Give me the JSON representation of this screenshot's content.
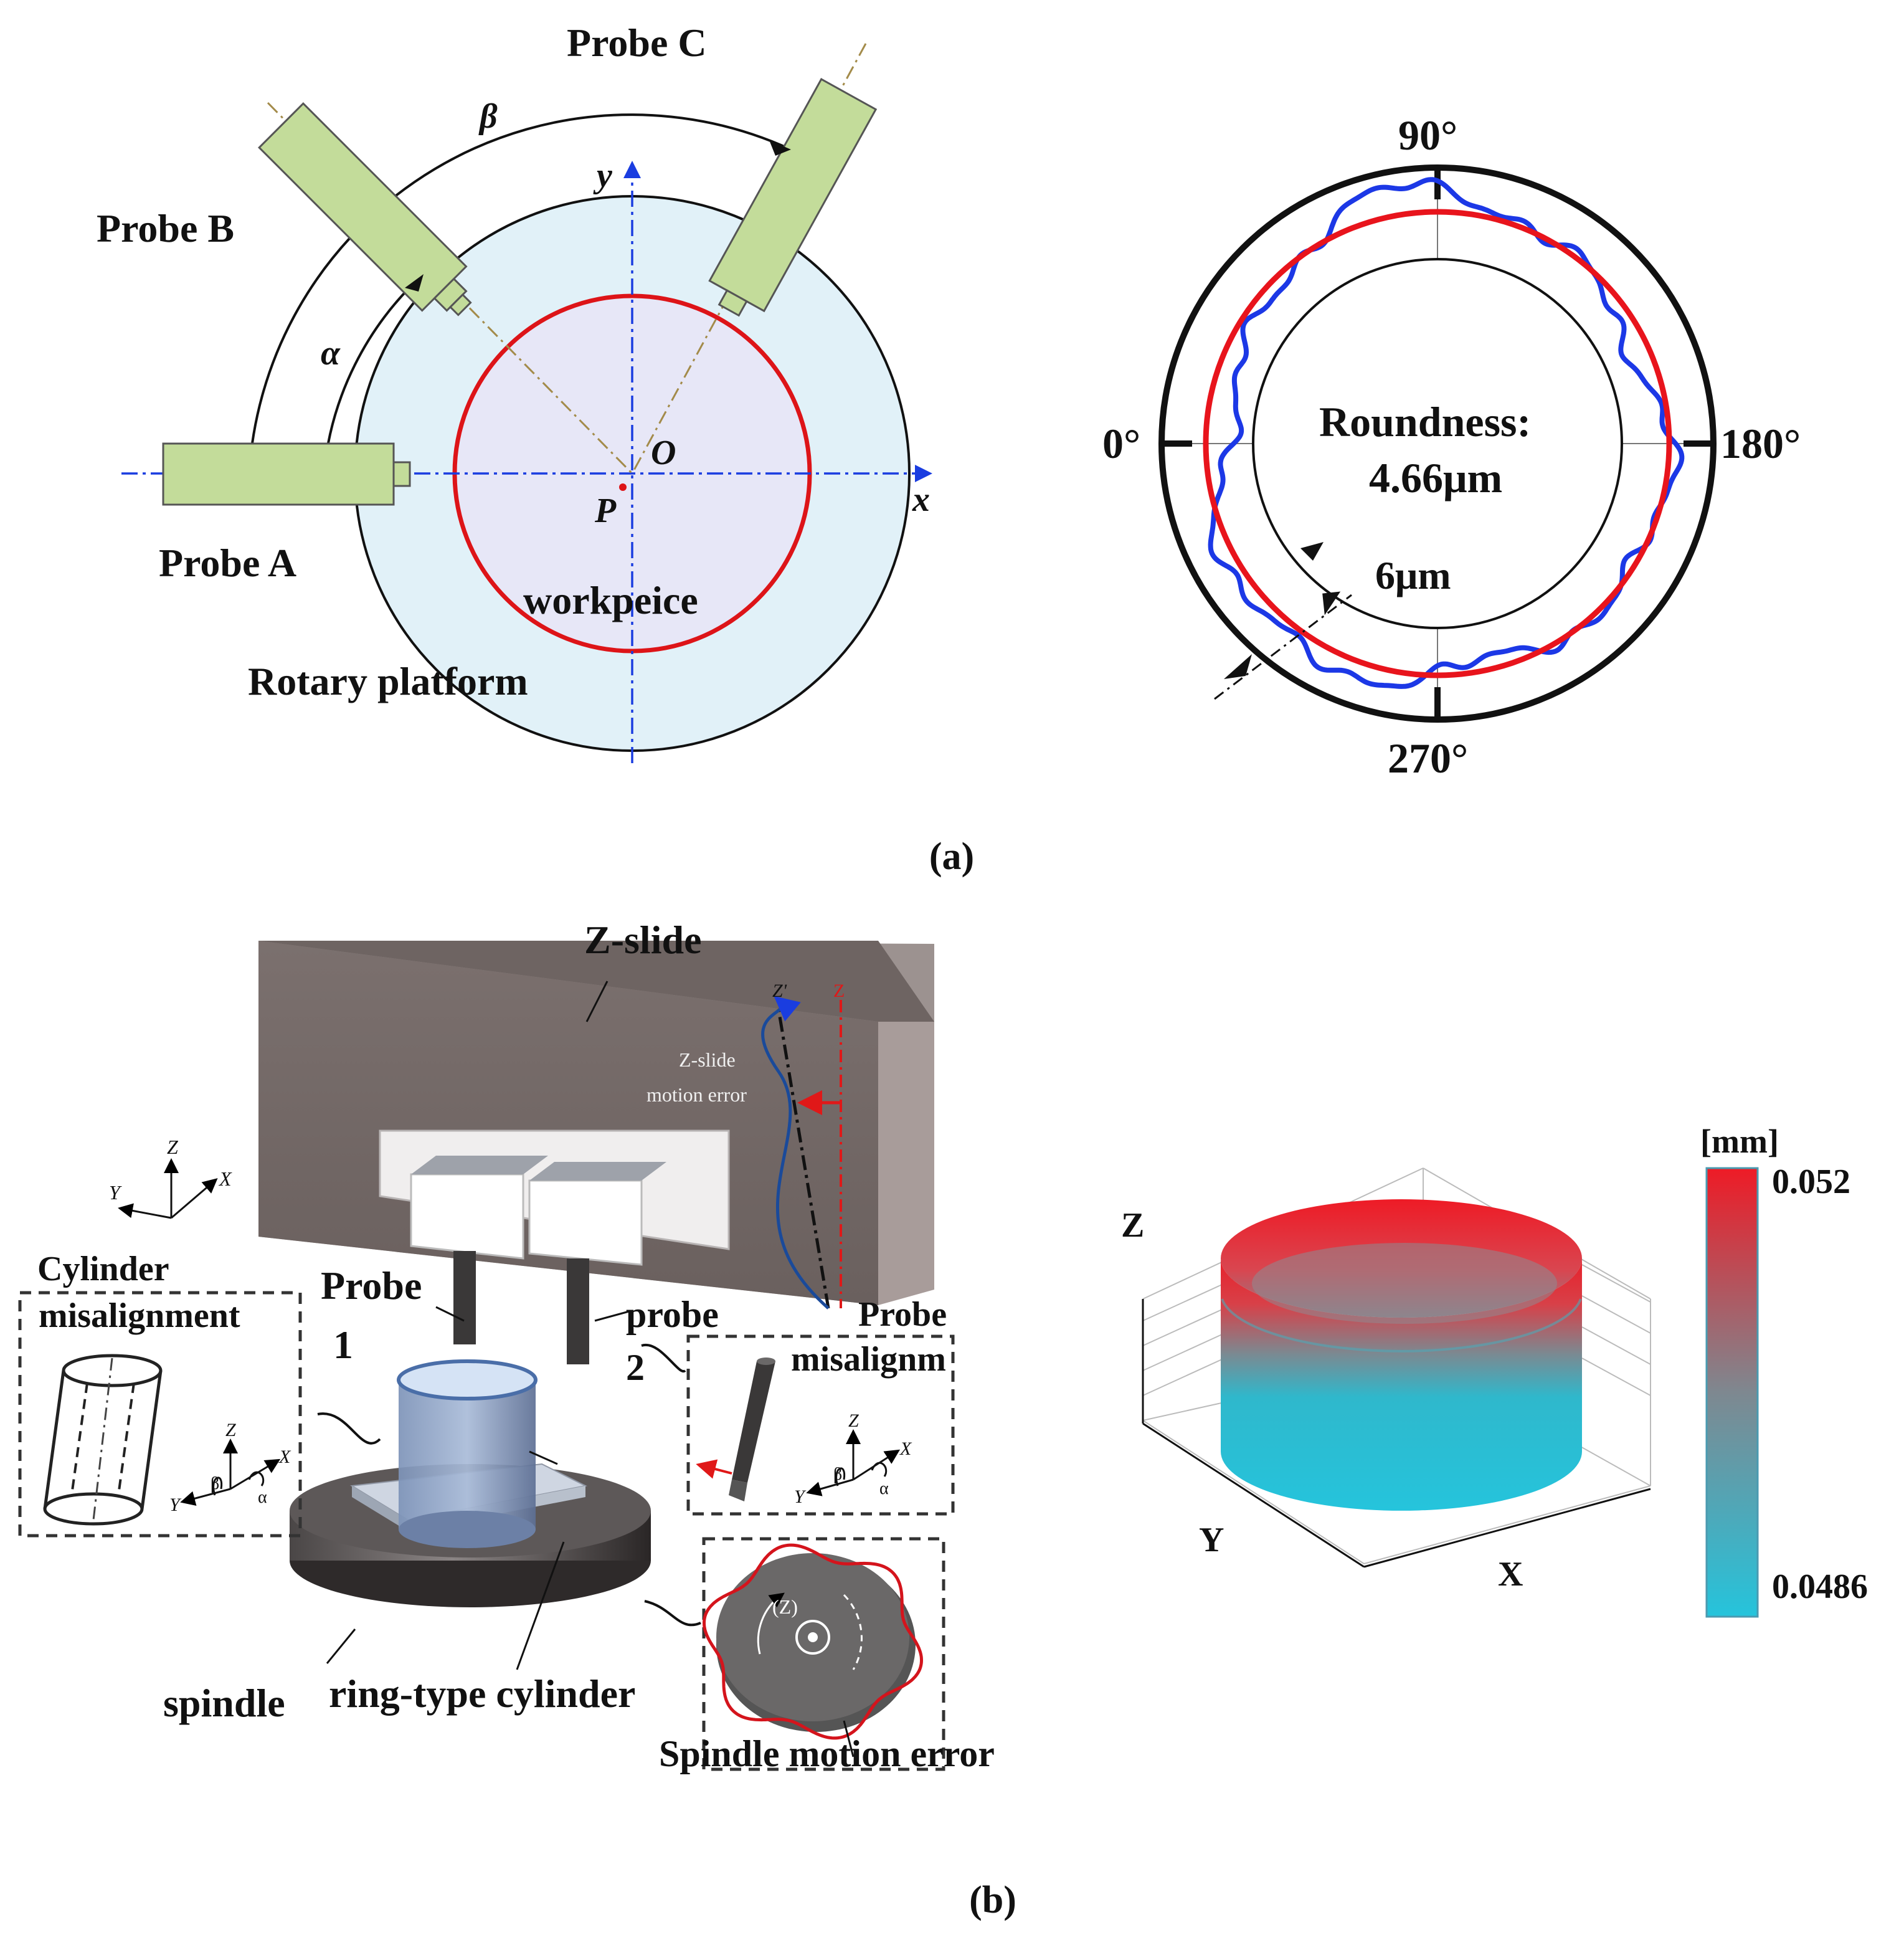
{
  "panel_a": {
    "caption": "(a)",
    "probe_a": "Probe A",
    "probe_b": "Probe B",
    "probe_c": "Probe C",
    "alpha": "α",
    "beta": "β",
    "axis_x": "x",
    "axis_y": "y",
    "point_o": "O",
    "point_p": "P",
    "workpiece": "workpeice",
    "rotary_platform": "Rotary platform",
    "polar": {
      "label_90": "90°",
      "label_0": "0°",
      "label_180": "180°",
      "label_270": "270°",
      "roundness_title": "Roundness:",
      "roundness_value": "4.66μm",
      "scale_label": "6μm"
    }
  },
  "panel_b": {
    "caption": "(b)",
    "z_slide": "Z-slide",
    "z_slide_error_1": "Z-slide",
    "z_slide_error_2": "motion error",
    "z_prime": "Z'",
    "z_axis": "Z",
    "probe1_line1": "Probe",
    "probe1_line2": "1",
    "probe2_line1": "probe",
    "probe2_line2": "2",
    "cylinder_misalignment_1": "Cylinder",
    "cylinder_misalignment_2": "misalignment",
    "probe_misalignment_1": "Probe",
    "probe_misalignment_2": "misalignm",
    "spindle": "spindle",
    "ring_type_cylinder": "ring-type cylinder",
    "spindle_motion_error": "Spindle motion error",
    "spindle_center_label": "(Z)",
    "coord_z": "Z",
    "coord_y": "Y",
    "coord_x": "X",
    "coord_alpha": "α",
    "coord_beta": "β",
    "plot3d": {
      "axis_z": "Z",
      "axis_y": "Y",
      "axis_x": "X",
      "colorbar_unit": "[mm]",
      "colorbar_max": "0.052",
      "colorbar_min": "0.0486",
      "color_high": "#e8202a",
      "color_low": "#25c4dc"
    }
  }
}
